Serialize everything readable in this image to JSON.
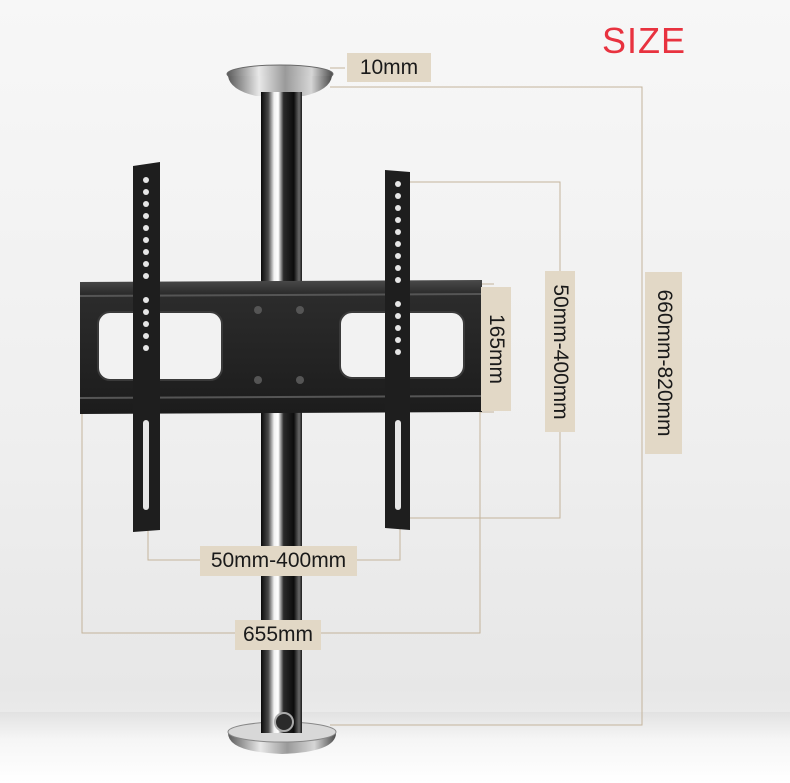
{
  "title": "SIZE",
  "colors": {
    "title": "#e8323f",
    "label_bg": "#e2d8c6",
    "dimension_line": "#c4b49c"
  },
  "dimensions": {
    "pole_diameter": "10mm",
    "bracket_height": "165mm",
    "vesa_vertical": "50mm-400mm",
    "overall_height": "660mm-820mm",
    "vesa_horizontal": "50mm-400mm",
    "overall_width": "655mm"
  }
}
